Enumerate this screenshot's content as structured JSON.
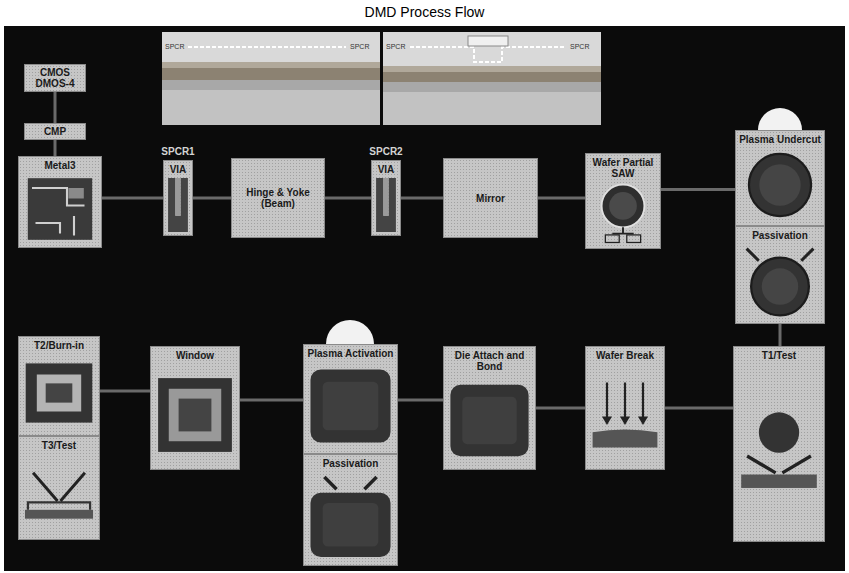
{
  "diagram": {
    "title": "DMD Process Flow",
    "nodes": [
      {
        "text": [
          "CMOS DMOS-4"
        ]
      },
      {
        "text": [
          "CMP"
        ]
      },
      {
        "text": [
          "Metal3"
        ]
      },
      {
        "text": [
          "SPCR1",
          "VIA"
        ]
      },
      {
        "text": [
          "Hinge & Yoke (Beam)"
        ]
      },
      {
        "text": [
          "SPCR2",
          "VIA"
        ]
      },
      {
        "text": [
          "Mirror"
        ]
      },
      {
        "text": [
          "Wafer Partial SAW"
        ]
      },
      {
        "text": [
          "Plasma Undercut"
        ]
      },
      {
        "text": [
          "Passivation"
        ]
      },
      {
        "text": [
          "T2/Burn-in"
        ]
      },
      {
        "text": [
          "T3/Test"
        ]
      },
      {
        "text": [
          "Window"
        ]
      },
      {
        "text": [
          "Plasma Activation"
        ]
      },
      {
        "text": [
          "Passivation"
        ]
      },
      {
        "text": [
          "Die Attach and Bond"
        ]
      },
      {
        "text": [
          "Wafer Break"
        ]
      },
      {
        "text": [
          "T1/Test"
        ]
      }
    ],
    "edges": [
      {
        "from": 0,
        "to": 1,
        "arrow": "none"
      },
      {
        "from": 1,
        "to": 2,
        "arrow": "none"
      },
      {
        "from": 2,
        "to": 3,
        "arrow": "none"
      },
      {
        "from": 3,
        "to": 4,
        "arrow": "none"
      },
      {
        "from": 4,
        "to": 5,
        "arrow": "none"
      },
      {
        "from": 5,
        "to": 6,
        "arrow": "none"
      },
      {
        "from": 6,
        "to": 7,
        "arrow": "none"
      },
      {
        "from": 7,
        "to": 8,
        "arrow": "none"
      },
      {
        "from": 9,
        "to": 17,
        "arrow": "none"
      },
      {
        "from": 17,
        "to": 16,
        "arrow": "none"
      },
      {
        "from": 16,
        "to": 15,
        "arrow": "none"
      },
      {
        "from": 15,
        "to": 13,
        "arrow": "none"
      },
      {
        "from": 13,
        "to": 12,
        "arrow": "none"
      },
      {
        "from": 12,
        "to": 10,
        "arrow": "none"
      }
    ],
    "labels": [
      "SPCR",
      "SPCR",
      "SPCR",
      "SPCR"
    ]
  }
}
